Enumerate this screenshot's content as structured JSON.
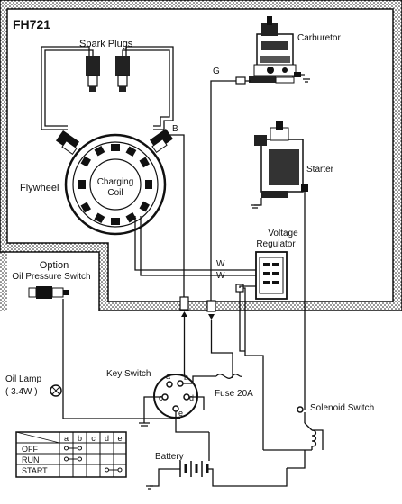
{
  "diagram": {
    "model": "FH721",
    "components": {
      "spark_plugs": "Spark Plugs",
      "carburetor": "Carburetor",
      "flywheel": "Flywheel",
      "charging_coil": [
        "Charging",
        "Coil"
      ],
      "starter": "Starter",
      "voltage_regulator": [
        "Voltage",
        "Regulator"
      ],
      "option": "Option",
      "oil_pressure_switch": "Oil Pressure Switch",
      "oil_lamp": [
        "Oil Lamp",
        "( 3.4W )"
      ],
      "key_switch": "Key Switch",
      "fuse": "Fuse 20A",
      "solenoid_switch": "Solenoid Switch",
      "battery": "Battery"
    },
    "wire_labels": {
      "g": "G",
      "b": "B",
      "w1": "W",
      "w2": "W"
    },
    "key_switch_terminals": [
      "a",
      "b",
      "c",
      "d",
      "e"
    ],
    "switch_table": {
      "columns": [
        "a",
        "b",
        "c",
        "d",
        "e"
      ],
      "rows": [
        {
          "label": "OFF",
          "connected": [
            "a",
            "b"
          ]
        },
        {
          "label": "RUN",
          "connected": [
            "a",
            "b"
          ]
        },
        {
          "label": "START",
          "connected": [
            "d",
            "e"
          ]
        }
      ]
    }
  }
}
